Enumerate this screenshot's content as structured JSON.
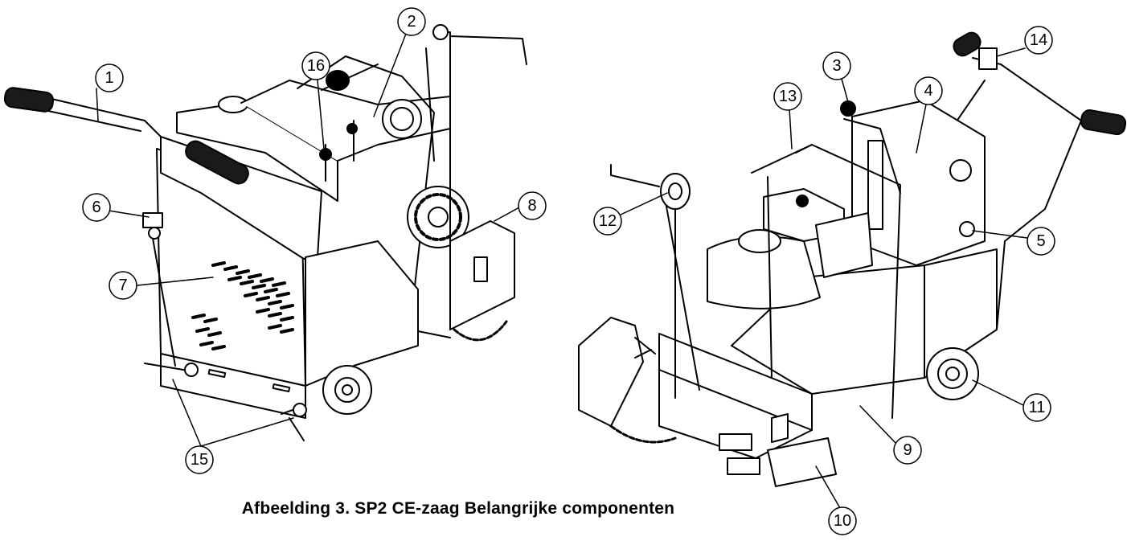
{
  "figure": {
    "caption": "Afbeelding 3. SP2 CE-zaag Belangrijke componenten"
  },
  "callouts": {
    "c1": "1",
    "c2": "2",
    "c3": "3",
    "c4": "4",
    "c5": "5",
    "c6": "6",
    "c7": "7",
    "c8": "8",
    "c9": "9",
    "c10": "10",
    "c11": "11",
    "c12": "12",
    "c13": "13",
    "c14": "14",
    "c15": "15",
    "c16": "16"
  },
  "colors": {
    "line": "#000000",
    "background": "#ffffff",
    "grip": "#1a1a1a"
  }
}
